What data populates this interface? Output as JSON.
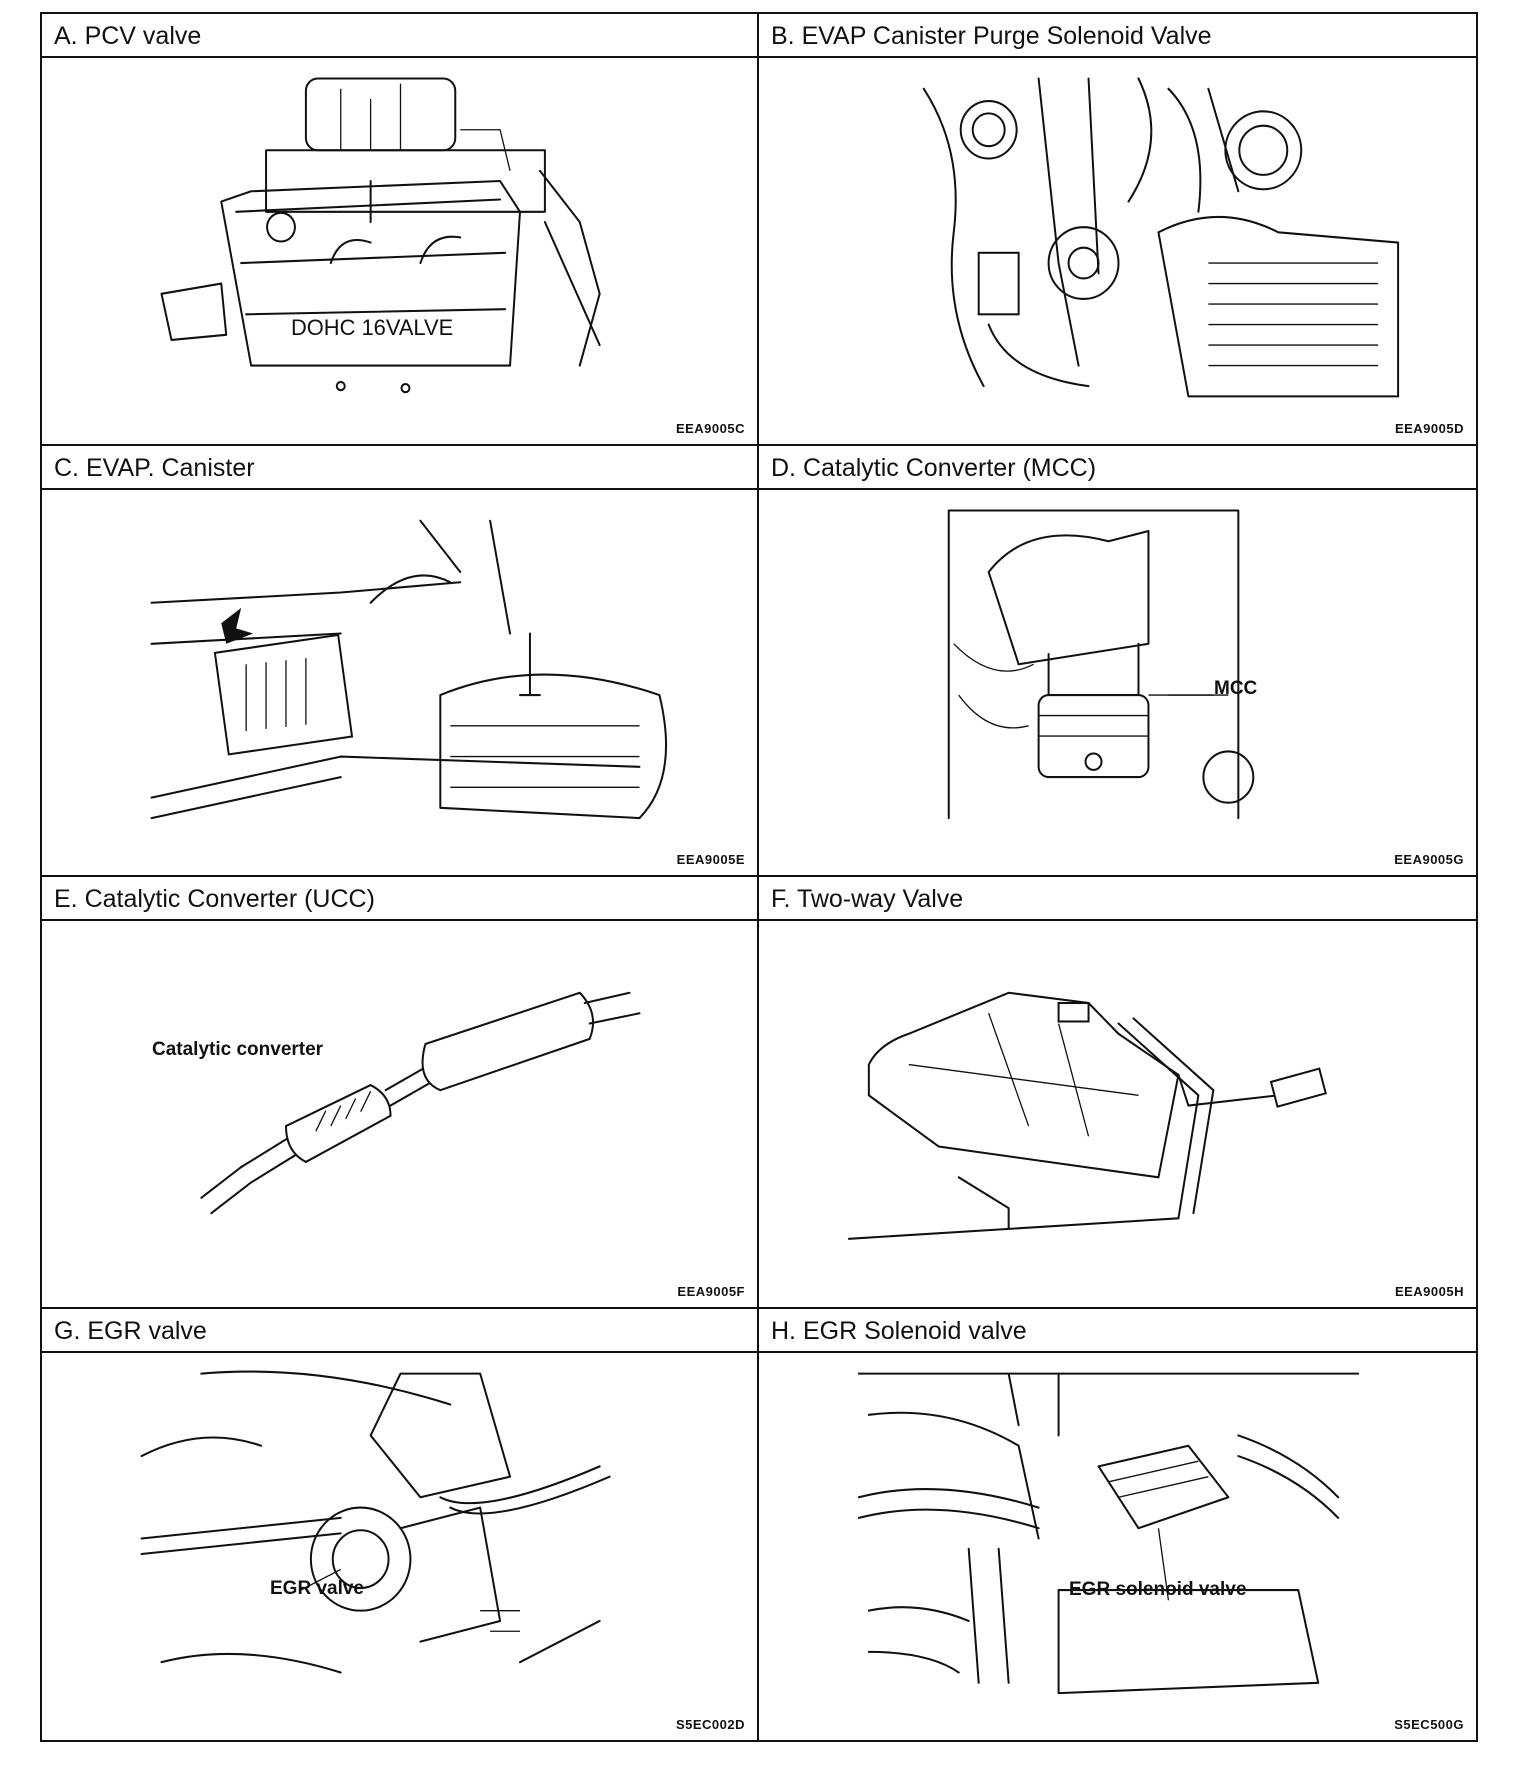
{
  "panels": [
    {
      "title": "A. PCV valve",
      "code": "EEA9005C",
      "engine_text": "DOHC 16VALVE",
      "callout": ""
    },
    {
      "title": "B. EVAP Canister Purge Solenoid Valve",
      "code": "EEA9005D",
      "callout": ""
    },
    {
      "title": "C. EVAP. Canister",
      "code": "EEA9005E",
      "callout": ""
    },
    {
      "title": "D. Catalytic Converter (MCC)",
      "code": "EEA9005G",
      "callout": "MCC"
    },
    {
      "title": "E. Catalytic Converter (UCC)",
      "code": "EEA9005F",
      "callout": "Catalytic converter"
    },
    {
      "title": "F. Two-way Valve",
      "code": "EEA9005H",
      "callout": ""
    },
    {
      "title": "G. EGR valve",
      "code": "S5EC002D",
      "callout": "EGR valve"
    },
    {
      "title": "H. EGR Solenoid valve",
      "code": "S5EC500G",
      "callout": "EGR solenoid valve"
    }
  ]
}
